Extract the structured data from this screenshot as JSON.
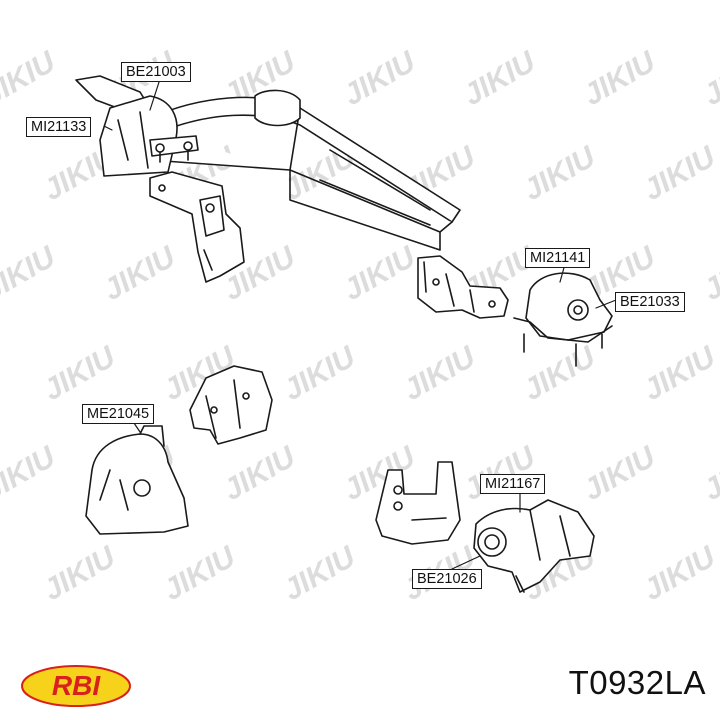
{
  "callouts": {
    "be21003": "BE21003",
    "mi21133": "MI21133",
    "mi21141": "MI21141",
    "be21033": "BE21033",
    "me21045": "ME21045",
    "mi21167": "MI21167",
    "be21026": "BE21026"
  },
  "part_number": "T0932LA",
  "logo_text": "RBI",
  "watermark_text": "JIKIU",
  "colors": {
    "line": "#1a1a1a",
    "watermark": "#d9d9d9",
    "logo_red": "#d8201c",
    "logo_yellow": "#f6d21a"
  }
}
